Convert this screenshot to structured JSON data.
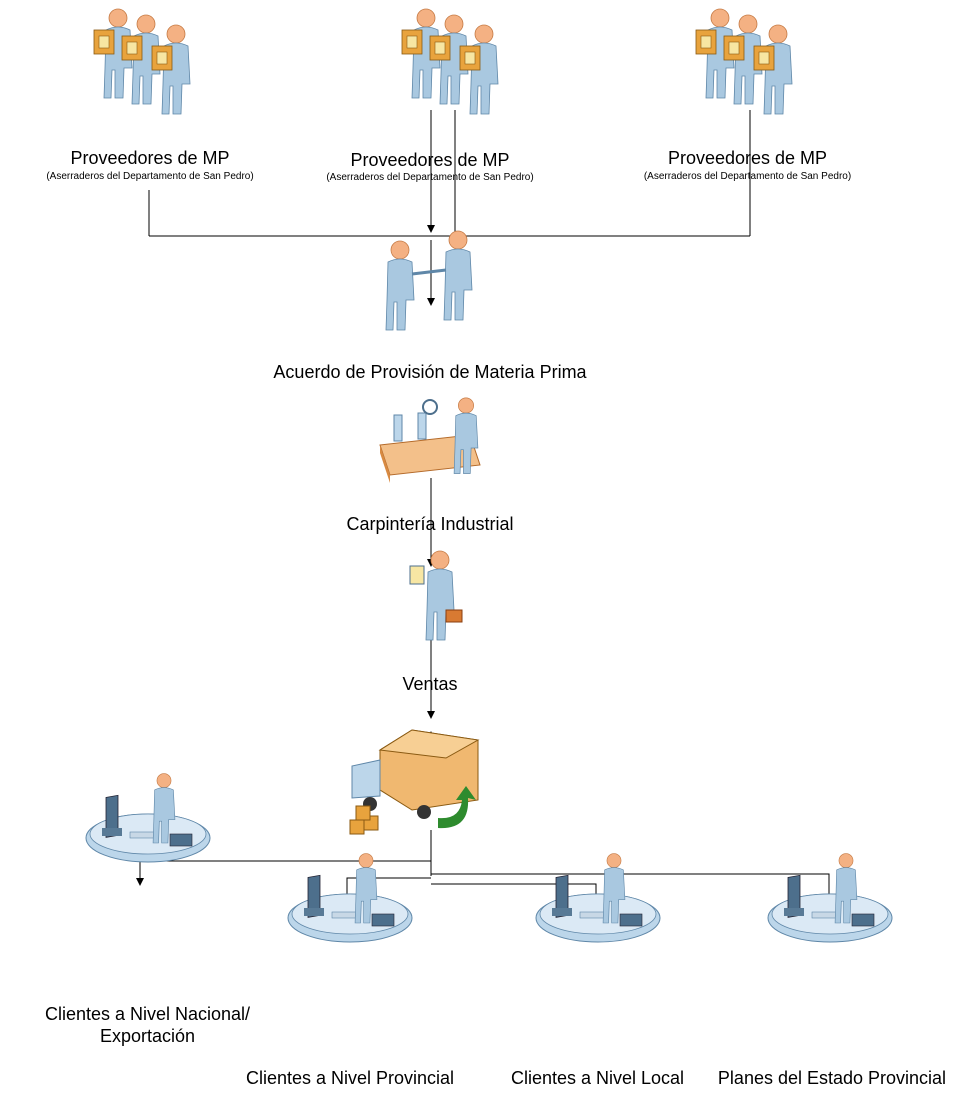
{
  "suppliers": [
    {
      "title": "Proveedores de MP",
      "subtitle": "(Aserraderos del Departamento de San Pedro)"
    },
    {
      "title": "Proveedores de MP",
      "subtitle": "(Aserraderos del Departamento de San Pedro)"
    },
    {
      "title": "Proveedores de MP",
      "subtitle": "(Aserraderos del Departamento de San Pedro)"
    }
  ],
  "agreement": {
    "label": "Acuerdo de Provisión de Materia Prima"
  },
  "carpentry": {
    "label": "Carpintería Industrial"
  },
  "sales": {
    "label": "Ventas"
  },
  "clients": [
    {
      "label_line1": "Clientes a Nivel Nacional/",
      "label_line2": "Exportación"
    },
    {
      "label": "Clientes a Nivel Provincial"
    },
    {
      "label": "Clientes a Nivel Local"
    },
    {
      "label": "Planes del Estado Provincial"
    }
  ],
  "icons": {
    "suppliers": "workers-carrying-boxes-icon",
    "agreement": "handshake-icon",
    "carpentry": "conveyor-factory-worker-icon",
    "sales": "salesperson-icon",
    "delivery": "delivery-truck-icon",
    "clients": "desk-computer-worker-icon"
  },
  "colors": {
    "person": "#a9c8e0",
    "skin": "#f4b183",
    "box": "#e8a33d",
    "line": "#000000",
    "arrow_green": "#2e8b2e"
  }
}
